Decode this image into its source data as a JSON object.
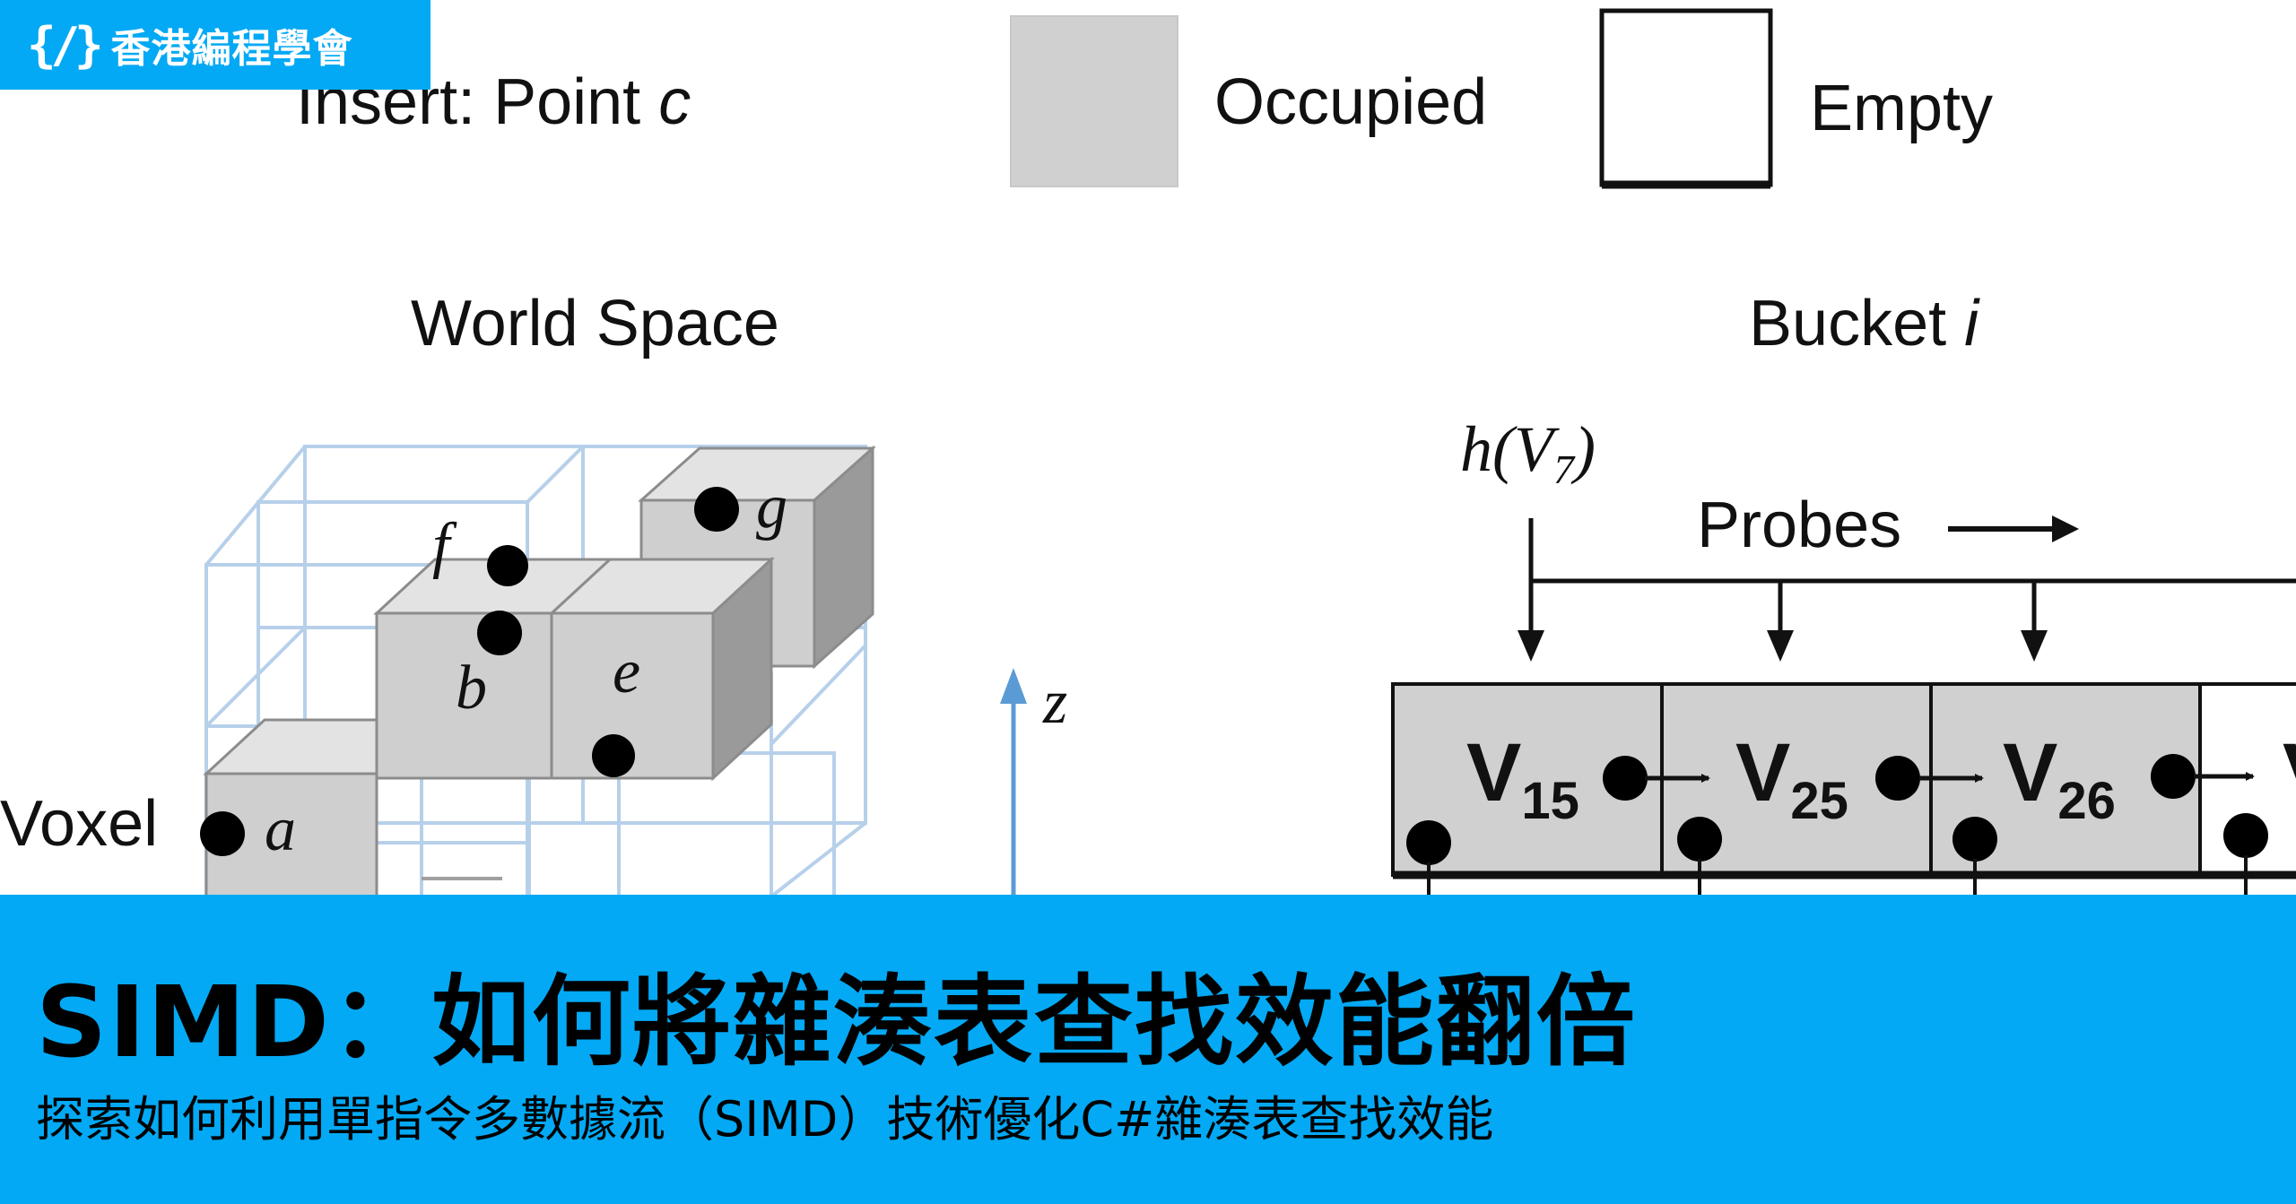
{
  "site": {
    "logo_mark": "{/}",
    "logo_text": "香港編程學會"
  },
  "diagram": {
    "insert_label": "Insert: Point",
    "insert_point": "c",
    "legend": {
      "occupied_label": "Occupied",
      "empty_label": "Empty",
      "occupied_color": "#d0d0d0"
    },
    "world_space_title": "World Space",
    "voxel_label": "Voxel",
    "points": [
      "a",
      "b",
      "e",
      "f",
      "g"
    ],
    "axis_label": "z",
    "bucket_title": "Bucket",
    "bucket_index": "i",
    "hash_label_prefix": "h(V",
    "hash_label_sub": "7",
    "hash_label_suffix": ")",
    "probes_label": "Probes",
    "cells": [
      {
        "v": "V",
        "sub": "15"
      },
      {
        "v": "V",
        "sub": "25"
      },
      {
        "v": "V",
        "sub": "26"
      },
      {
        "v": "V",
        "sub": ""
      }
    ],
    "grid_color": "#b7d0ea",
    "axis_color": "#5b9bd5"
  },
  "banner": {
    "title": "SIMD：如何將雜湊表查找效能翻倍",
    "subtitle": "探索如何利用單指令多數據流（SIMD）技術優化C#雜湊表查找效能",
    "color": "#03a9f4"
  }
}
